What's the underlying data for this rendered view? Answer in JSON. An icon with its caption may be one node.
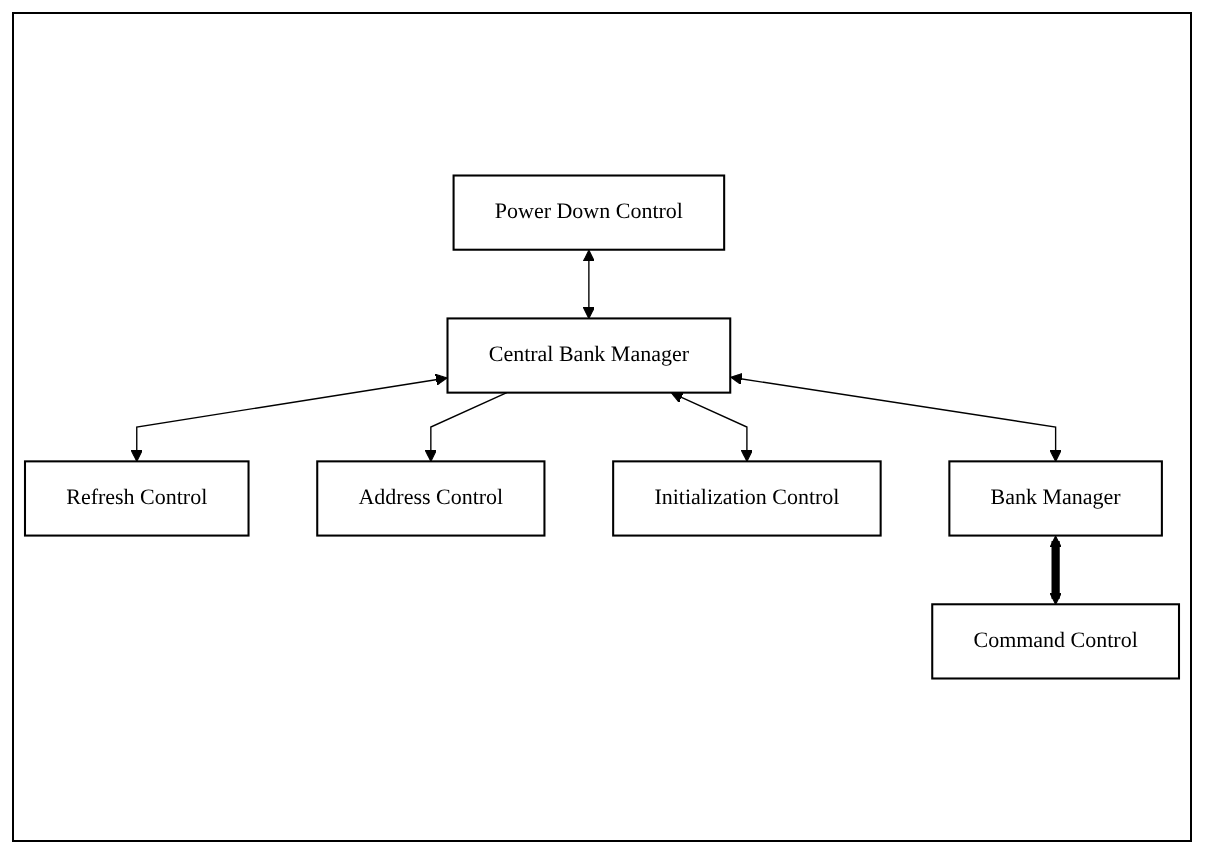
{
  "diagram": {
    "nodes": [
      {
        "text": [
          "Power Down Control"
        ]
      },
      {
        "text": [
          "Refresh Control"
        ]
      },
      {
        "text": [
          "Central Bank Manager"
        ]
      },
      {
        "text": [
          "Address Control"
        ]
      },
      {
        "text": [
          "Initialization Control"
        ]
      },
      {
        "text": [
          "Bank Manager"
        ]
      },
      {
        "text": [
          "Command Control"
        ]
      }
    ],
    "edges": [
      {
        "from": 0,
        "to": 2,
        "arrow": "both"
      },
      {
        "from": 2,
        "to": 1,
        "arrow": "both"
      },
      {
        "from": 2,
        "to": 3,
        "arrow": "to"
      },
      {
        "from": 2,
        "to": 4,
        "arrow": "both"
      },
      {
        "from": 2,
        "to": 5,
        "arrow": "both"
      },
      {
        "from": 5,
        "to": 6,
        "arrow": "both",
        "style": "thick"
      }
    ]
  }
}
